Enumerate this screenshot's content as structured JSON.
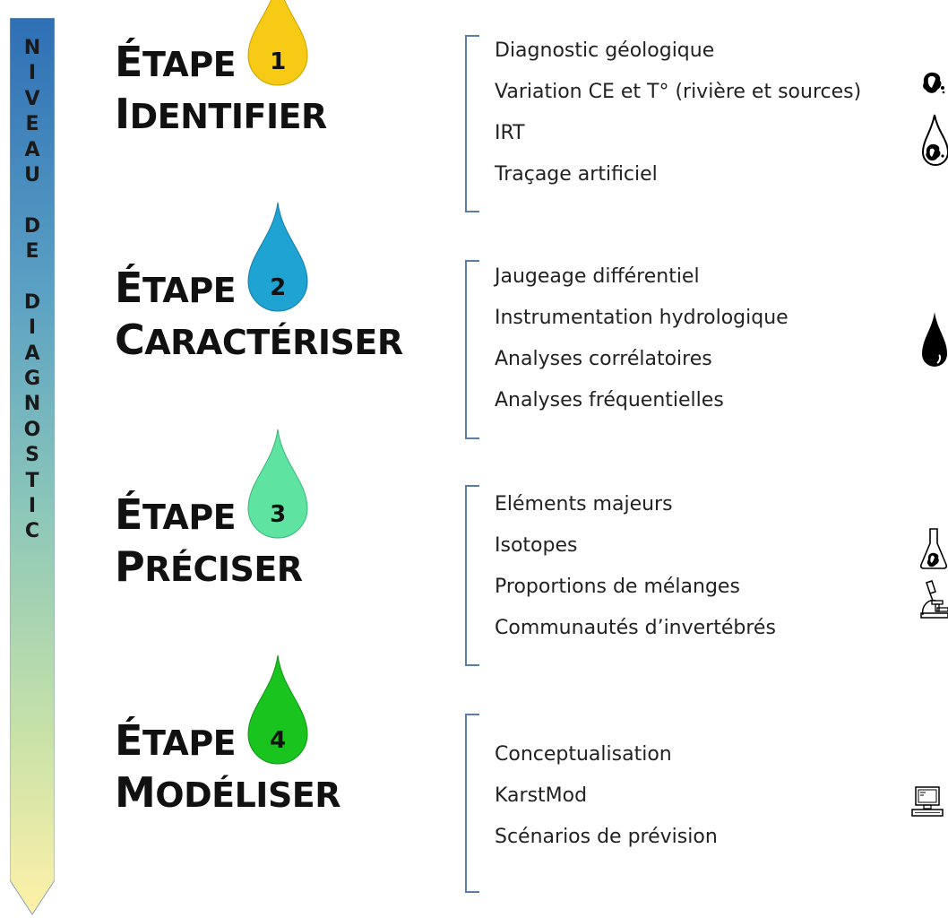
{
  "vertical_label": [
    "N",
    "I",
    "V",
    "E",
    "A",
    "U",
    " ",
    "D",
    "E",
    " ",
    "D",
    "I",
    "A",
    "G",
    "N",
    "O",
    "S",
    "T",
    "I",
    "C"
  ],
  "steps": [
    {
      "word": "ÉTAPE",
      "number": "1",
      "name": "IDENTIFIER",
      "drop_color": "#f7cb15",
      "items": [
        "Diagnostic géologique",
        "Variation CE et T° (rivière et sources)",
        "IRT",
        "Traçage artificiel"
      ]
    },
    {
      "word": "ÉTAPE",
      "number": "2",
      "name": "CARACTÉRISER",
      "drop_color": "#1fa3d3",
      "items": [
        "Jaugeage différentiel",
        "Instrumentation hydrologique",
        "Analyses corrélatoires",
        "Analyses fréquentielles"
      ]
    },
    {
      "word": "ÉTAPE",
      "number": "3",
      "name": "PRÉCISER",
      "drop_color": "#5fe3a1",
      "items": [
        "Eléments majeurs",
        "Isotopes",
        "Proportions de mélanges",
        "Communautés d’invertébrés"
      ]
    },
    {
      "word": "ÉTAPE",
      "number": "4",
      "name": "MODÉLISER",
      "drop_color": "#19c41f",
      "items": [
        "Conceptualisation",
        "KarstMod",
        "Scénarios de prévision"
      ]
    }
  ],
  "icons": [
    "rock-icon",
    "rock-drop-icon",
    "water-drop-icon",
    "flask-icon",
    "microscope-icon",
    "computer-icon"
  ],
  "arrow_gradient": [
    "#2f6fb5",
    "#5aa0c4",
    "#8cc7b9",
    "#c8e2a8",
    "#fff1a8"
  ]
}
